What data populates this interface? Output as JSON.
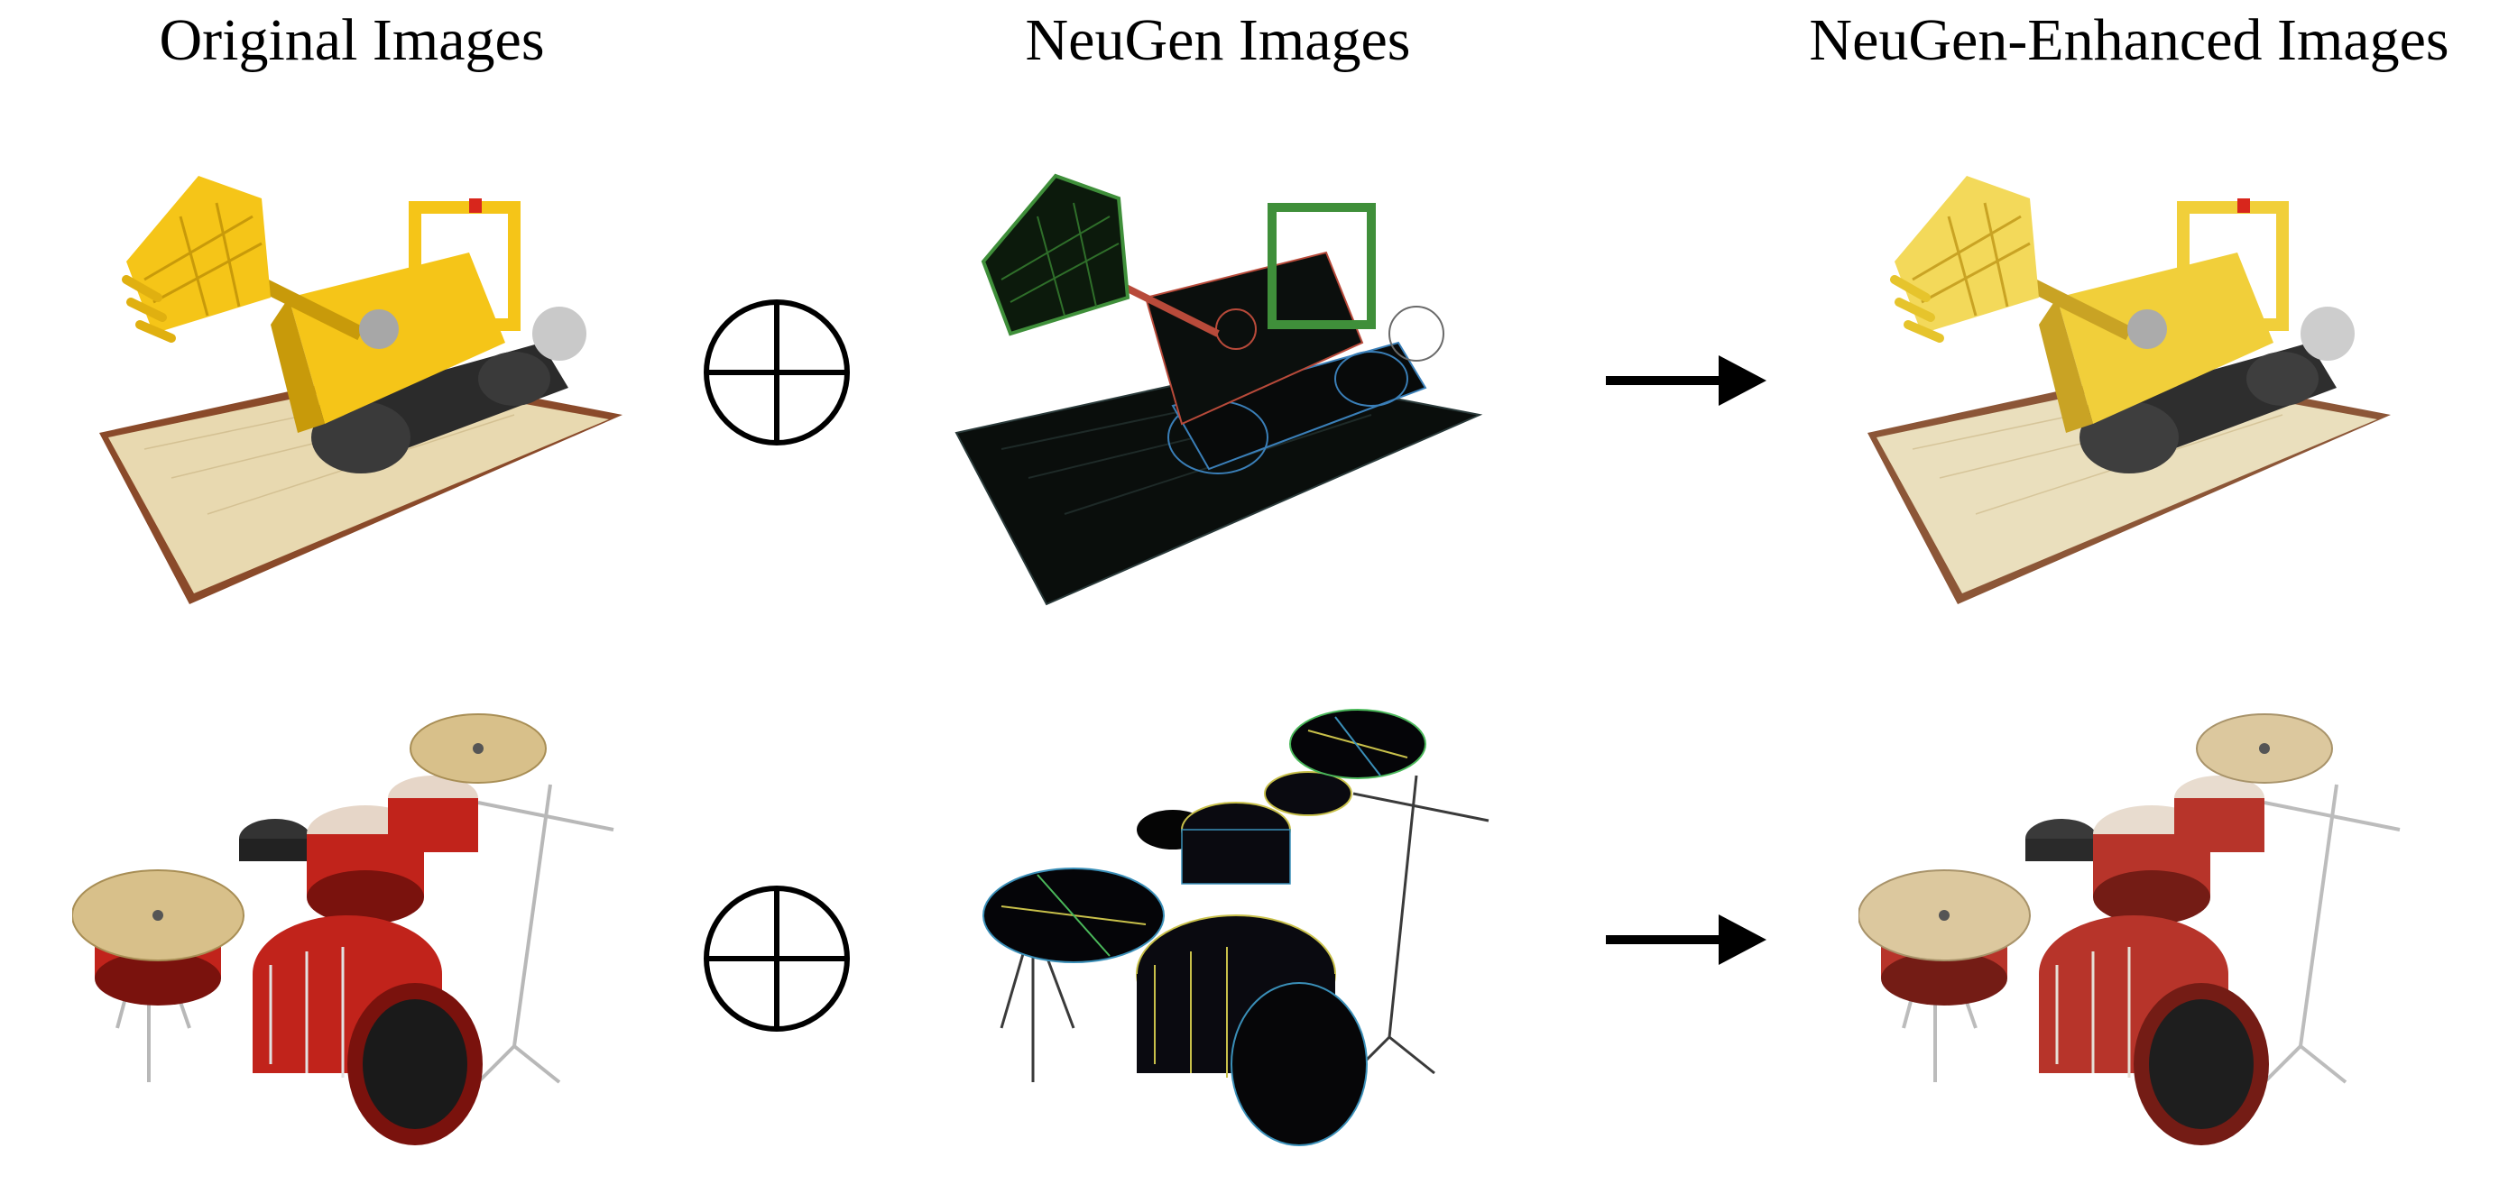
{
  "headers": {
    "original": "Original Images",
    "neugen": "NeuGen Images",
    "enhanced": "NeuGen-Enhanced Images"
  },
  "rows": [
    {
      "subject": "lego bulldozer",
      "original_colors": {
        "body": "#f5c518",
        "body_dark": "#c89a0a",
        "track": "#2b2b2b",
        "base": "#e8d9b0",
        "edge": "#8a4a2a"
      },
      "neugen_colors": {
        "bg": "#0a0e0c",
        "line1": "#3f8f3a",
        "line2": "#3a7fb8",
        "line3": "#b84a3a"
      },
      "enhanced_colors": {
        "body": "#f1cf3a",
        "body_dark": "#c9a324",
        "track": "#2e2e2e",
        "base": "#eadfbd",
        "edge": "#8c5637"
      }
    },
    {
      "subject": "drum kit",
      "original_colors": {
        "drum": "#c1231b",
        "drum_dark": "#7a120d",
        "cymbal": "#d8c08a",
        "metal": "#b8b8b8",
        "seat": "#333333"
      },
      "neugen_colors": {
        "bg": "#0a0a10",
        "line1": "#c8c04a",
        "line2": "#3a8fb8",
        "line3": "#4ab85a"
      },
      "enhanced_colors": {
        "drum": "#b7342a",
        "drum_dark": "#741c15",
        "cymbal": "#dcc89e",
        "metal": "#bcbcbc",
        "seat": "#3a3a3a"
      }
    }
  ],
  "operator_icon": "circle-plus-icon",
  "arrow_icon": "right-arrow-icon"
}
